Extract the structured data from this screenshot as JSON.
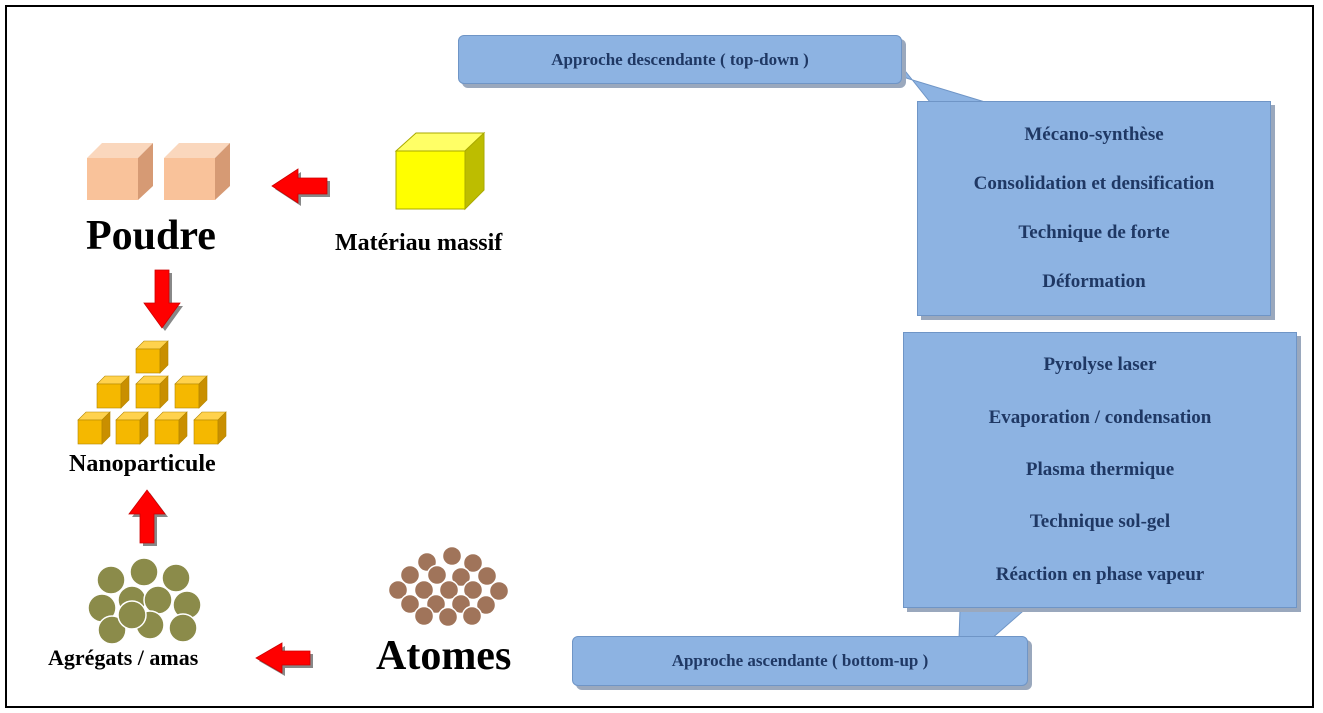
{
  "labels": {
    "poudre": "Poudre",
    "massif": "Matériau massif",
    "nanoparticule": "Nanoparticule",
    "agregats": "Agrégats / amas",
    "atomes": "Atomes"
  },
  "top_down": {
    "title": "Approche descendante ( top-down )",
    "items": [
      "Mécano-synthèse",
      "Consolidation et densification",
      "Technique de forte",
      "Déformation"
    ]
  },
  "bottom_up": {
    "title": "Approche ascendante ( bottom-up )",
    "items": [
      "Pyrolyse laser",
      "Evaporation / condensation",
      "Plasma thermique",
      "Technique sol-gel",
      "Réaction en phase vapeur"
    ]
  },
  "colors": {
    "arrow": "#ff0000",
    "box_fill": "#8db3e2",
    "box_text": "#1f3864",
    "powder_cube": "#f9c29a",
    "massive_cube": "#ffff00",
    "nano_cube": "#f5b800",
    "aggregate": "#8b8b4a",
    "atom": "#a0745a"
  },
  "icons": [
    "powder-cubes-icon",
    "massive-cube-icon",
    "nanoparticle-pyramid-icon",
    "aggregate-spheres-icon",
    "atom-cluster-icon",
    "red-arrow-icon"
  ]
}
